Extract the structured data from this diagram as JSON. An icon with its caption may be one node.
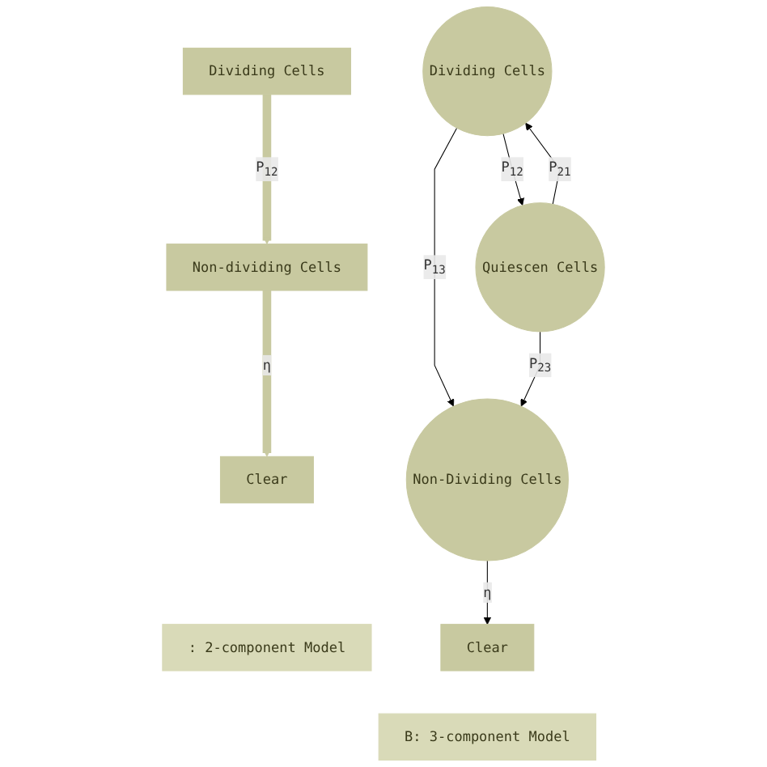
{
  "diagram": {
    "nodes": [
      {
        "text": [
          "Dividing Cells"
        ]
      },
      {
        "text": [
          "Non-dividing Cells"
        ]
      },
      {
        "text": [
          "Clear"
        ]
      },
      {
        "text": [
          ": 2-component Model"
        ]
      },
      {
        "text": [
          "Dividing Cells"
        ]
      },
      {
        "text": [
          "Quiescen Cells"
        ]
      },
      {
        "text": [
          "Non-Dividing Cells"
        ]
      },
      {
        "text": [
          "Clear"
        ]
      },
      {
        "text": [
          "B: 3-component Model"
        ]
      }
    ],
    "edges": [
      {
        "from": 0,
        "to": 1,
        "arrow": "to",
        "label": "P$_{12}$",
        "style": "thick",
        "color": "#c8c9a0"
      },
      {
        "from": 1,
        "to": 2,
        "arrow": "to",
        "label": "η",
        "style": "thick",
        "color": "#c8c9a0"
      },
      {
        "from": 4,
        "to": 5,
        "arrow": "to",
        "label": "P$_{12}$"
      },
      {
        "from": 5,
        "to": 4,
        "arrow": "to",
        "label": "P$_{21}$"
      },
      {
        "from": 4,
        "to": 6,
        "arrow": "to",
        "label": "P$_{13}$"
      },
      {
        "from": 5,
        "to": 6,
        "arrow": "to",
        "label": "P$_{23}$"
      },
      {
        "from": 6,
        "to": 7,
        "arrow": "to",
        "label": "η"
      }
    ]
  }
}
